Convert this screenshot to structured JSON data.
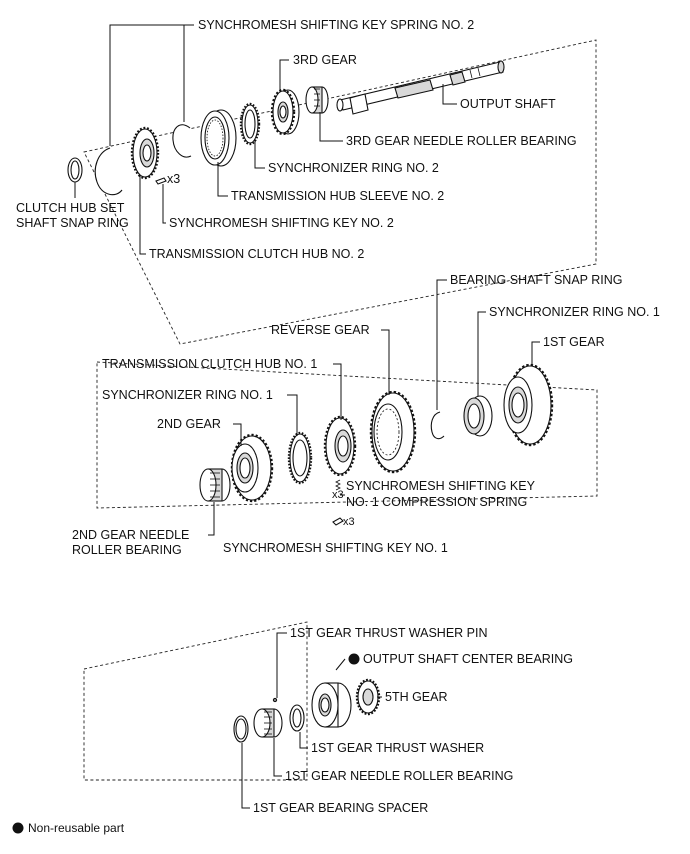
{
  "labels": {
    "synchromesh_shifting_key_spring_no2": "SYNCHROMESH SHIFTING KEY SPRING NO. 2",
    "third_gear": "3RD GEAR",
    "output_shaft": "OUTPUT SHAFT",
    "third_gear_needle_roller_bearing": "3RD GEAR NEEDLE ROLLER BEARING",
    "synchronizer_ring_no2": "SYNCHRONIZER RING NO. 2",
    "transmission_hub_sleeve_no2": "TRANSMISSION HUB SLEEVE NO. 2",
    "clutch_hub_set_shaft_snap_ring_line1": "CLUTCH HUB SET",
    "clutch_hub_set_shaft_snap_ring_line2": "SHAFT SNAP RING",
    "synchromesh_shifting_key_no2": "SYNCHROMESH SHIFTING KEY NO. 2",
    "transmission_clutch_hub_no2": "TRANSMISSION CLUTCH HUB NO. 2",
    "bearing_shaft_snap_ring": "BEARING SHAFT SNAP RING",
    "synchronizer_ring_no1_right": "SYNCHRONIZER RING NO. 1",
    "reverse_gear": "REVERSE GEAR",
    "first_gear": "1ST GEAR",
    "transmission_clutch_hub_no1": "TRANSMISSION CLUTCH HUB NO. 1",
    "synchronizer_ring_no1_left": "SYNCHRONIZER RING NO. 1",
    "second_gear": "2ND GEAR",
    "synchromesh_key_no1_spring_line1": "SYNCHROMESH SHIFTING KEY",
    "synchromesh_key_no1_spring_line2": "NO. 1 COMPRESSION SPRING",
    "second_gear_needle_roller_bearing_line1": "2ND GEAR NEEDLE",
    "second_gear_needle_roller_bearing_line2": "ROLLER BEARING",
    "synchromesh_shifting_key_no1": "SYNCHROMESH SHIFTING KEY NO. 1",
    "first_gear_thrust_washer_pin": "1ST GEAR THRUST WASHER PIN",
    "output_shaft_center_bearing": "OUTPUT SHAFT CENTER BEARING",
    "fifth_gear": "5TH GEAR",
    "first_gear_thrust_washer": "1ST GEAR THRUST WASHER",
    "first_gear_needle_roller_bearing": "1ST GEAR NEEDLE ROLLER BEARING",
    "first_gear_bearing_spacer": "1ST GEAR BEARING SPACER"
  },
  "quantities": {
    "key_no2_qty": "x3",
    "spring_no1_qty": "x3",
    "key_no1_qty": "x3"
  },
  "legend": {
    "non_reusable": "Non-reusable part"
  }
}
